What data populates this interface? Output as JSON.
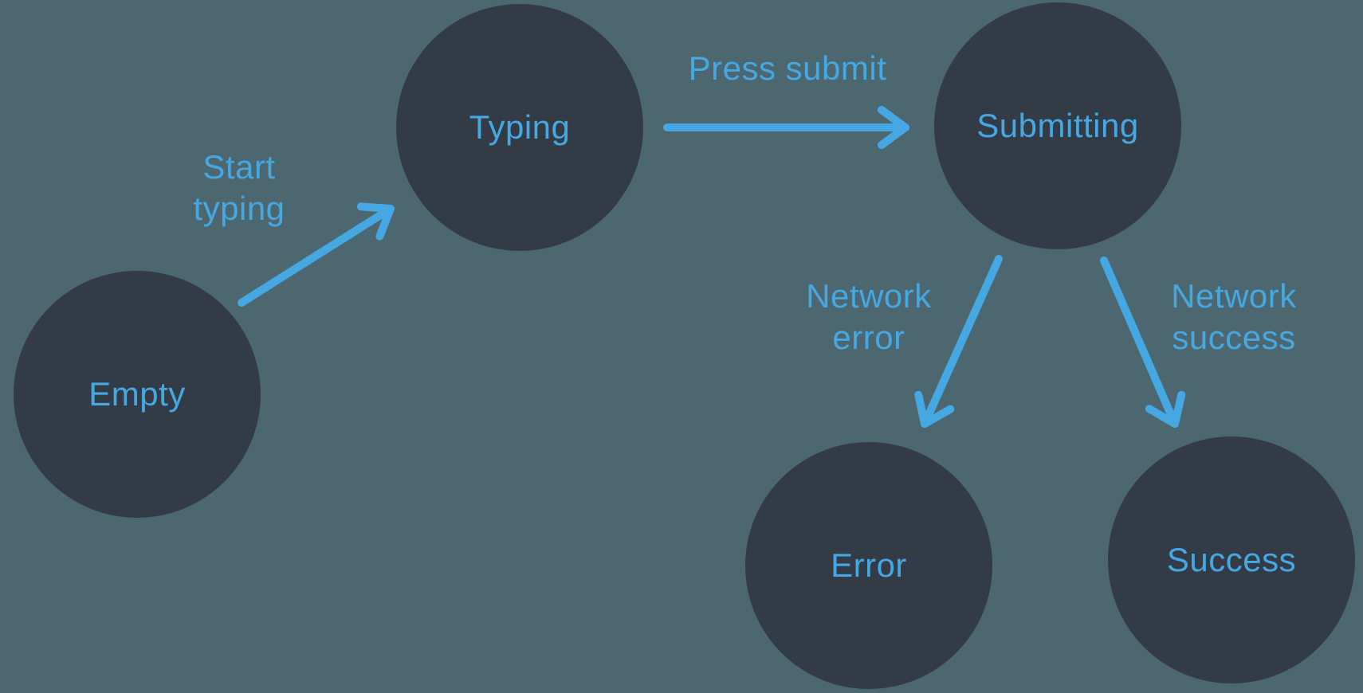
{
  "diagram": {
    "type": "state-machine",
    "nodes": [
      {
        "id": "empty",
        "label": "Empty"
      },
      {
        "id": "typing",
        "label": "Typing"
      },
      {
        "id": "submitting",
        "label": "Submitting"
      },
      {
        "id": "error",
        "label": "Error"
      },
      {
        "id": "success",
        "label": "Success"
      }
    ],
    "edges": [
      {
        "from": "empty",
        "to": "typing",
        "label": "Start\ntyping"
      },
      {
        "from": "typing",
        "to": "submitting",
        "label": "Press submit"
      },
      {
        "from": "submitting",
        "to": "error",
        "label": "Network\nerror"
      },
      {
        "from": "submitting",
        "to": "success",
        "label": "Network\nsuccess"
      }
    ]
  },
  "colors": {
    "background": "#4c6770",
    "node_fill": "#333b47",
    "accent": "#45a8e2"
  }
}
